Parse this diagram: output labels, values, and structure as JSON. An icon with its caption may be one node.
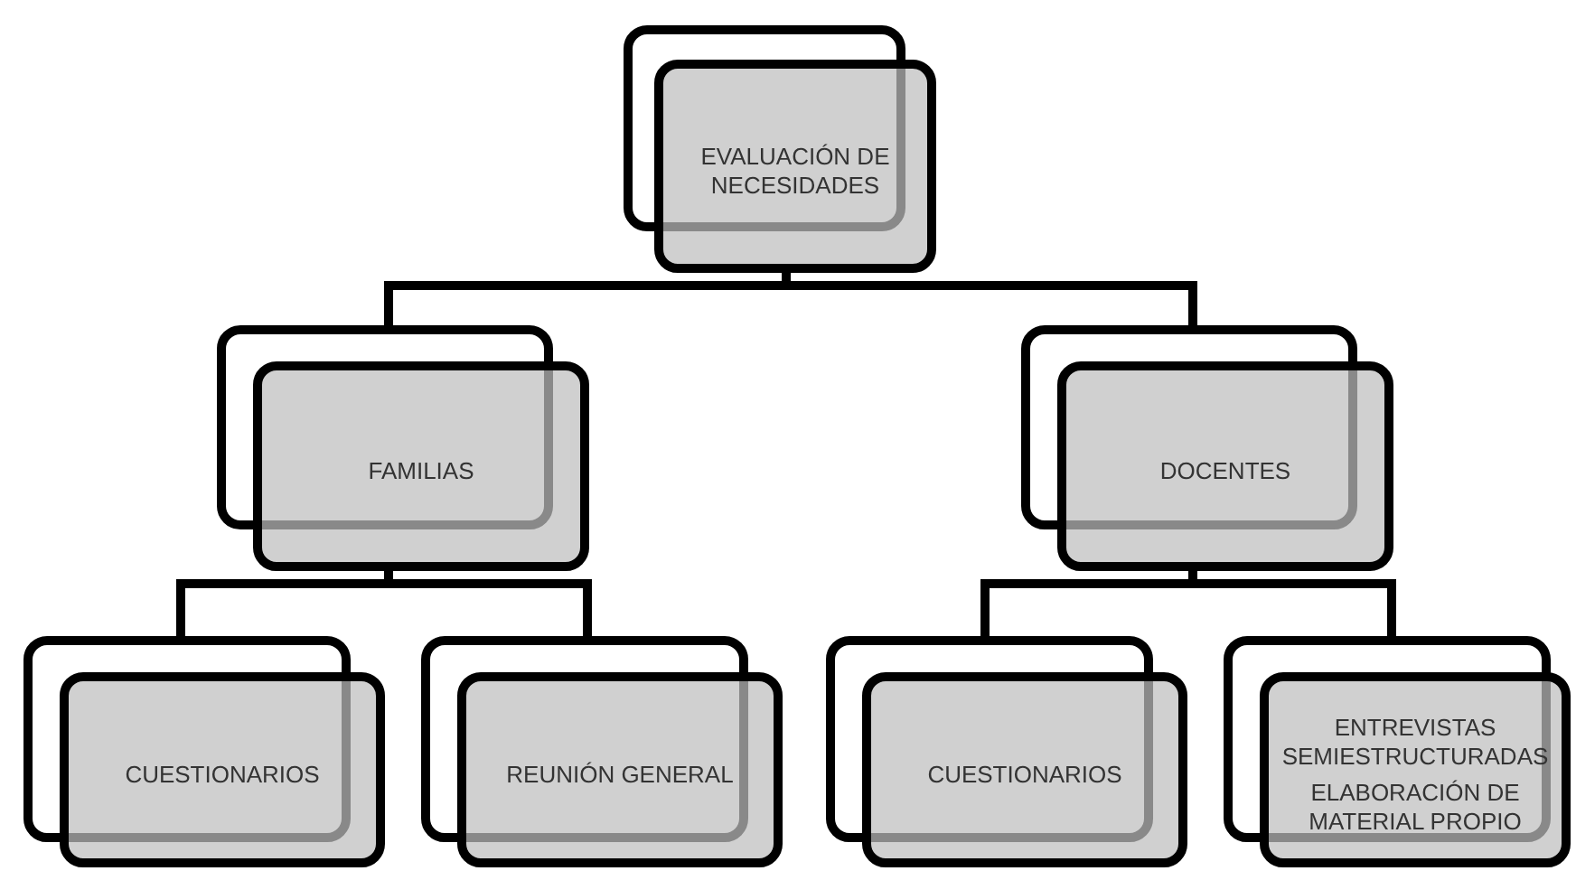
{
  "diagram": {
    "nodes": [
      {
        "text": [
          "EVALUACIÓN DE NECESIDADES"
        ]
      },
      {
        "text": [
          "FAMILIAS"
        ]
      },
      {
        "text": [
          "DOCENTES"
        ]
      },
      {
        "text": [
          "CUESTIONARIOS"
        ]
      },
      {
        "text": [
          "REUNIÓN GENERAL"
        ]
      },
      {
        "text": [
          "CUESTIONARIOS"
        ]
      },
      {
        "text": [
          "ENTREVISTAS SEMIESTRUCTURADAS",
          "ELABORACIÓN DE MATERIAL PROPIO"
        ]
      }
    ],
    "edges": [
      {
        "from": 0,
        "to": 1,
        "arrow": "none"
      },
      {
        "from": 0,
        "to": 2,
        "arrow": "none"
      },
      {
        "from": 1,
        "to": 3,
        "arrow": "none"
      },
      {
        "from": 1,
        "to": 4,
        "arrow": "none"
      },
      {
        "from": 2,
        "to": 5,
        "arrow": "none"
      },
      {
        "from": 2,
        "to": 6,
        "arrow": "none"
      }
    ]
  }
}
